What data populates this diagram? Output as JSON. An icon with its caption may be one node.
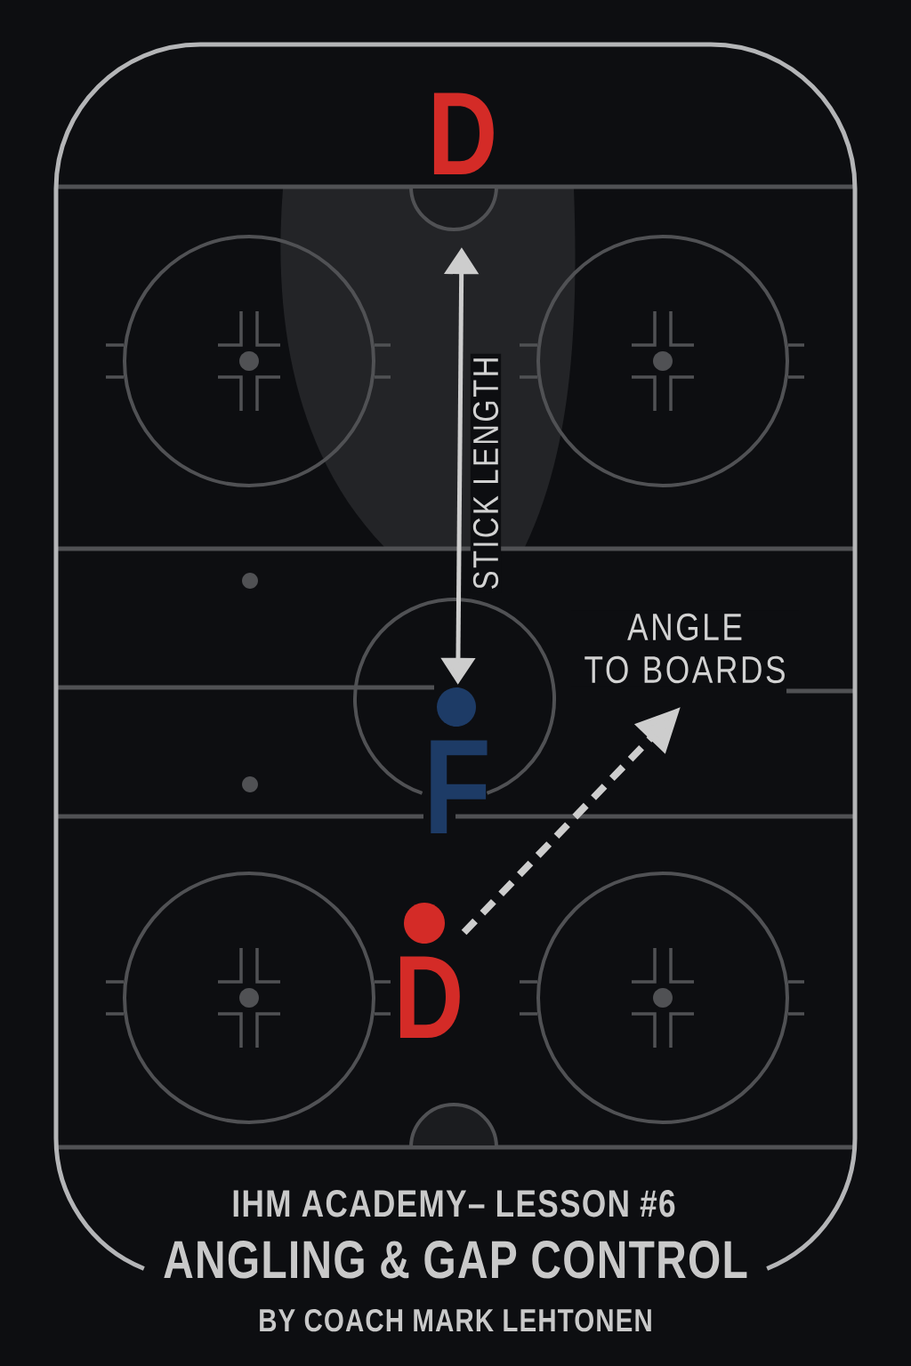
{
  "diagram": {
    "title": "ANGLING & GAP CONTROL",
    "nodes": [
      {
        "text": [
          "D"
        ]
      },
      {
        "text": [
          "F"
        ]
      },
      {
        "text": [
          "D"
        ]
      }
    ],
    "edges": [
      {
        "from": 0,
        "to": 1,
        "arrow": "both",
        "label": "STICK LENGTH"
      },
      {
        "from": 2,
        "to": null,
        "arrow": "to",
        "style": "dashed",
        "label": "ANGLE TO BOARDS"
      }
    ],
    "labels": [
      "IHM ACADEMY– LESSON #6",
      "BY COACH MARK LEHTONEN"
    ]
  }
}
